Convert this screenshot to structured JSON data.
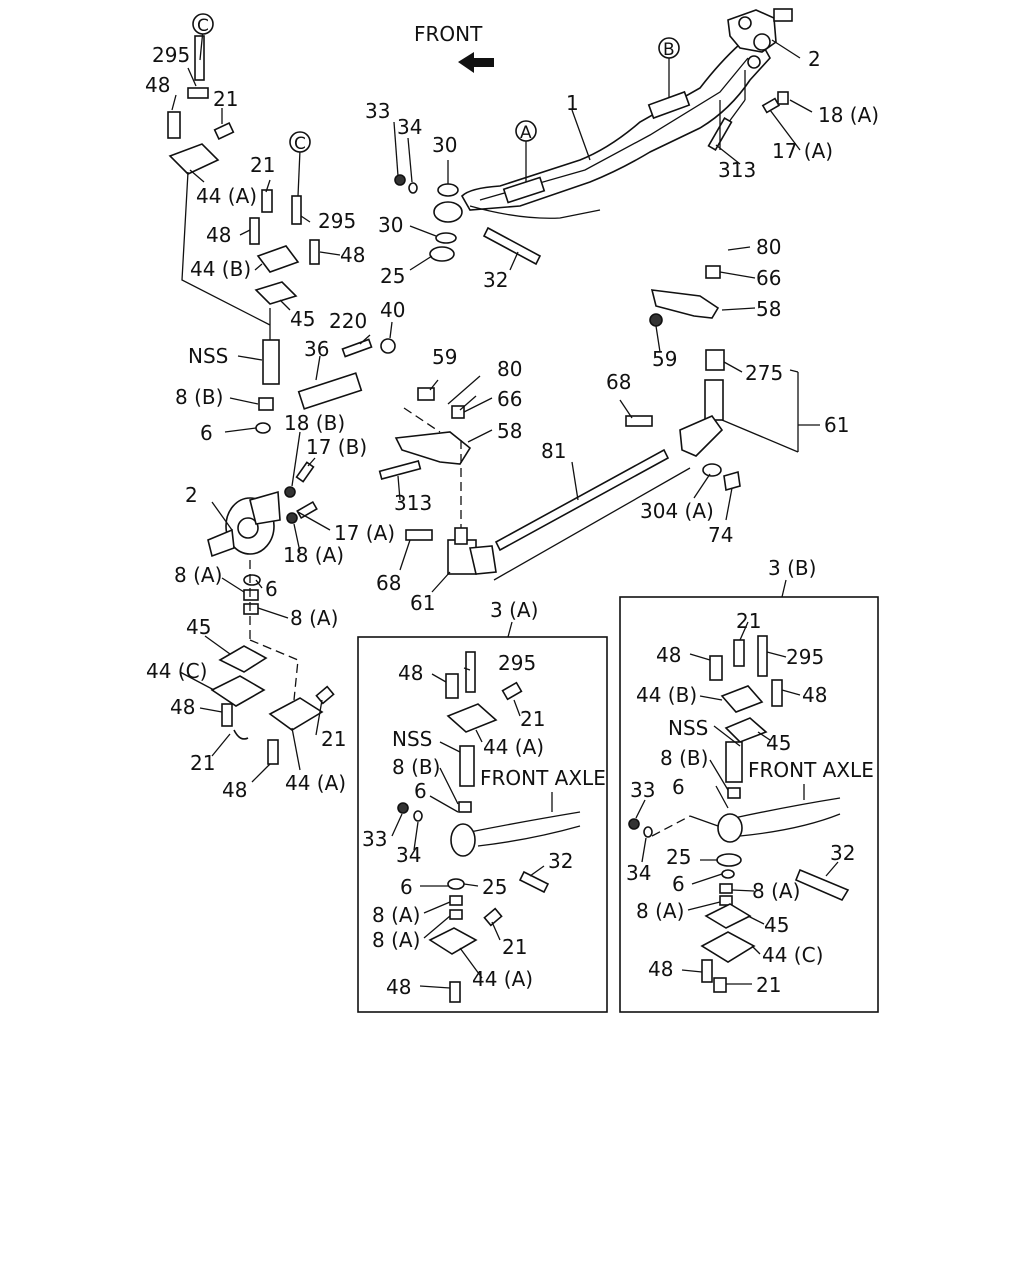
{
  "diagram": {
    "front_label": "FRONT",
    "front_axle_label": "FRONT AXLE",
    "inset_a_label": "3 (A)",
    "inset_b_label": "3 (B)",
    "callouts": {
      "A": "A",
      "B": "B",
      "C": "C"
    },
    "labels": {
      "n1": "1",
      "n2": "2",
      "n6": "6",
      "n8a": "8 (A)",
      "n8b": "8 (B)",
      "n17a": "17 (A)",
      "n17b": "17 (B)",
      "n18a": "18 (A)",
      "n18b": "18 (B)",
      "n21": "21",
      "n25": "25",
      "n30": "30",
      "n32": "32",
      "n33": "33",
      "n34": "34",
      "n36": "36",
      "n40": "40",
      "n44a": "44 (A)",
      "n44b": "44 (B)",
      "n44c": "44 (C)",
      "n45": "45",
      "n48": "48",
      "n58": "58",
      "n59": "59",
      "n61": "61",
      "n66": "66",
      "n68": "68",
      "n74": "74",
      "n80": "80",
      "n81": "81",
      "n220": "220",
      "n275": "275",
      "n295": "295",
      "n304a": "304 (A)",
      "n313": "313",
      "nss": "NSS"
    }
  }
}
